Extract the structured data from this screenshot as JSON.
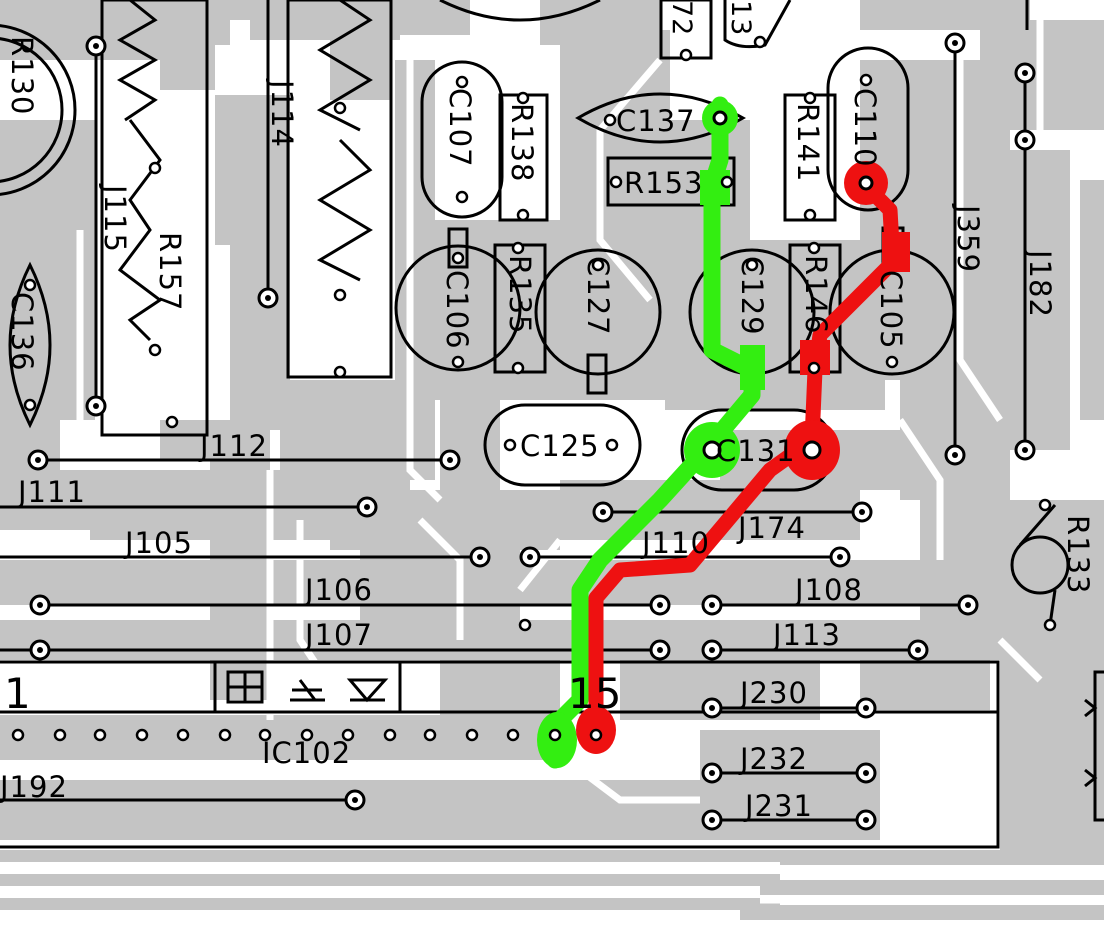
{
  "colors": {
    "background": "#ffffff",
    "copper": "#c4c4c4",
    "outline": "#000000",
    "trace_green": "#33ee11",
    "trace_red": "#ee1111"
  },
  "labels": {
    "R130": "R130",
    "R157": "R157",
    "J115": "J115",
    "J114": "J114",
    "C107": "C107",
    "R138": "R138",
    "C137": "C137",
    "R153": "R153",
    "R141": "R141",
    "C110": "C110",
    "J359": "J359",
    "J182": "J182",
    "C136": "C136",
    "C106": "C106",
    "R135": "R135",
    "C127": "C127",
    "C129": "C129",
    "R146": "R146",
    "C105": "C105",
    "C125": "C125",
    "C131": "C131",
    "J112": "J112",
    "J111": "J111",
    "J105": "J105",
    "J110": "J110",
    "J174": "J174",
    "R133": "R133",
    "J106": "J106",
    "J108": "J108",
    "J107": "J107",
    "J113": "J113",
    "J230": "J230",
    "IC102": "IC102",
    "J232": "J232",
    "J231": "J231",
    "J192": "J192",
    "pin1": "1",
    "pin15": "15",
    "top_72": "72",
    "top_13": "13"
  }
}
